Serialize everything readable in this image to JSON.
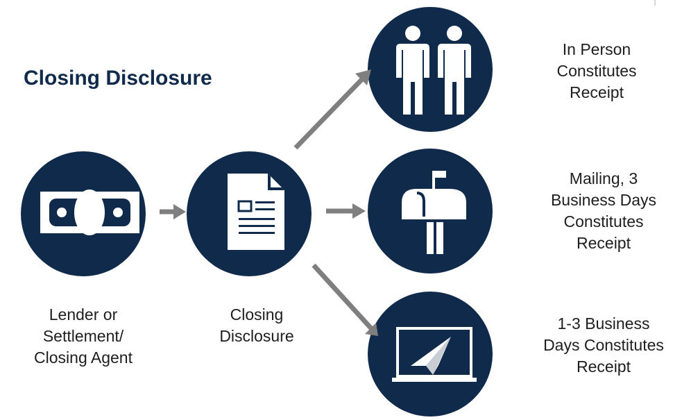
{
  "title": "Closing Disclosure",
  "colors": {
    "circle": "#0f2a4a",
    "arrow": "#7f7f7f",
    "text": "#1e1e1e",
    "title": "#0f2a4a"
  },
  "nodes": {
    "lender": {
      "icon": "money-bill-icon",
      "label": "Lender or\nSettlement/\nClosing Agent"
    },
    "disclosure": {
      "icon": "document-icon",
      "label": "Closing\nDisclosure"
    },
    "in_person": {
      "icon": "two-people-icon",
      "label": "In Person\nConstitutes\nReceipt"
    },
    "mailing": {
      "icon": "mailbox-icon",
      "label": "Mailing, 3\nBusiness Days\nConstitutes\nReceipt"
    },
    "electronic": {
      "icon": "laptop-paper-plane-icon",
      "label": "1-3 Business\nDays Constitutes\nReceipt"
    }
  }
}
